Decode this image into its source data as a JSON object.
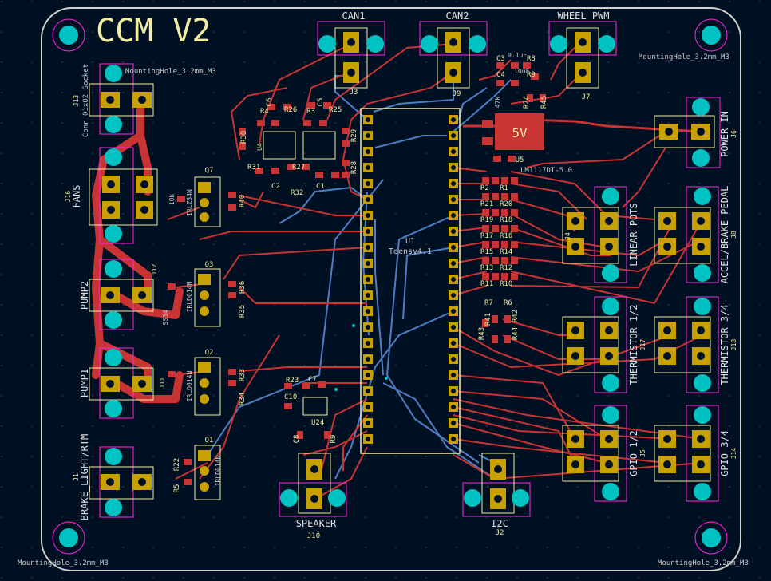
{
  "board": {
    "title": "CCM V2",
    "colors": {
      "background": "#001023",
      "edge": "#d0d2cd",
      "front_copper": "#c83434",
      "back_copper": "#4d7fc4",
      "silkscreen": "#f2eda1",
      "courtyard": "#ff26e2",
      "pad_front": "#c8a000",
      "via": "#00c2c2"
    }
  },
  "mounting_holes": {
    "tr_label": "MountingHole_3.2mm_M3",
    "tl_label": "MountingHole_3.2mm_M3",
    "bl_label": "MountingHole_3.2mm_M3",
    "br_label": "MountingHole_3.2mm_M3"
  },
  "connectors": {
    "can1": {
      "label": "CAN1",
      "ref": "J3"
    },
    "can2": {
      "label": "CAN2",
      "ref": "J9"
    },
    "wheel_pwm": {
      "label": "WHEEL PWM",
      "ref": "J7"
    },
    "power_in": {
      "label": "POWER IN",
      "ref": "J6"
    },
    "linear_pots": {
      "label": "LINEAR POTS",
      "ref": "J4"
    },
    "accel_brake": {
      "label": "ACCEL/BRAKE PEDAL",
      "ref": "J8"
    },
    "therm12": {
      "label": "THERMISTOR 1/2",
      "ref": "J17"
    },
    "therm34": {
      "label": "THERMISTOR 3/4",
      "ref": "J18"
    },
    "gpio12": {
      "label": "GPIO 1/2",
      "ref": "J5"
    },
    "gpio34": {
      "label": "GPIO 3/4",
      "ref": "J14"
    },
    "i2c": {
      "label": "I2C",
      "ref": "J2"
    },
    "speaker": {
      "label": "SPEAKER",
      "ref": "J10"
    },
    "brake_light": {
      "label": "BRAKE_LIGHT/RTM",
      "ref": "J1"
    },
    "pump1": {
      "label": "PUMP1",
      "ref": "J11"
    },
    "pump2": {
      "label": "PUMP2",
      "ref": "J12"
    },
    "fans": {
      "label": "FANS",
      "ref": "J16"
    },
    "j13": {
      "label": "Conn_01x02_Socket",
      "ref": "J13"
    }
  },
  "parts": {
    "u1_ref": "U1",
    "u1_value": "Teensy4.1",
    "u5_ref": "U5",
    "u5_value": "LM1117DT-5.0",
    "reg_marking": "5V",
    "q7": "Q7",
    "q3": "Q3",
    "q2": "Q2",
    "q1": "Q1",
    "q_value": "IRLD014N",
    "q7_value": "IRLZ34N",
    "r40": "R40",
    "r10k": "10k",
    "r36": "R36",
    "r35": "R35",
    "r33": "R33",
    "r34": "R34",
    "r22": "R22",
    "r5": "R5",
    "r23": "R23",
    "c7": "C7",
    "c10": "C10",
    "u24": "U24",
    "c8": "C8",
    "r9": "R9",
    "d_ss34": "SS34",
    "r30": "R30",
    "r31": "R31",
    "r32": "R32",
    "c2": "C2",
    "c1": "C1",
    "r4": "R4",
    "r26": "R26",
    "c6": "C6",
    "r3": "R3",
    "r25": "R25",
    "c5": "C5",
    "r27": "R27",
    "r28": "R28",
    "r29": "R29",
    "u_cd": "U4",
    "rn_left": [
      "R2",
      "R21",
      "R19",
      "R17",
      "R15",
      "R13",
      "R11"
    ],
    "rn_right": [
      "R1",
      "R20",
      "R18",
      "R16",
      "R14",
      "R12",
      "R10"
    ],
    "r7": "R7",
    "r6": "R6",
    "r43": "R43",
    "r44": "R44",
    "r41": "R41",
    "r42": "R42",
    "c3": "C3",
    "c4": "C4",
    "r8": "R8",
    "r9b": "R9",
    "r24": "R24",
    "r45": "R45",
    "r47k": "47k",
    "c01uf": "0.1uF",
    "c10uf": "10uF"
  }
}
